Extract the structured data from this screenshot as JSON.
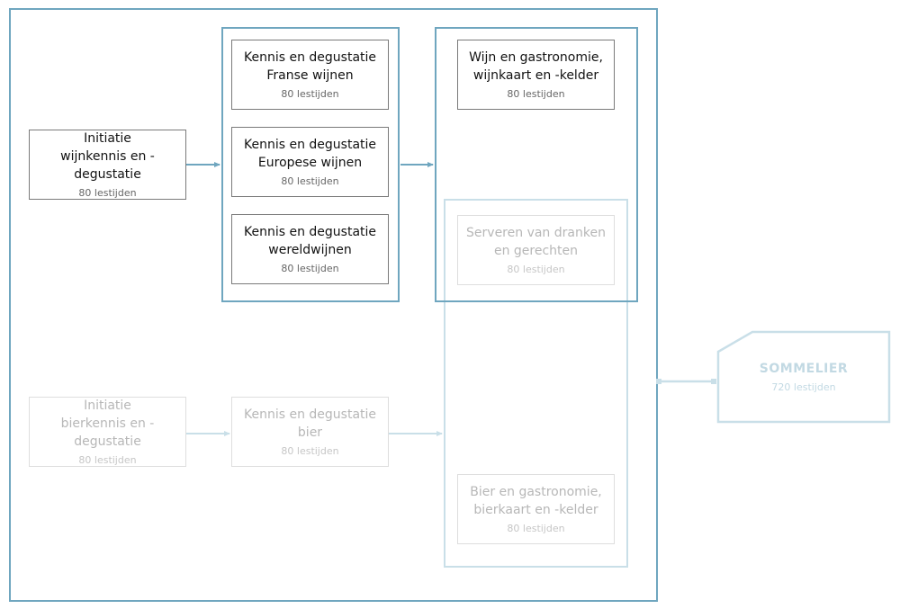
{
  "courses": {
    "initiatie_wijn": {
      "line1": "Initiatie",
      "line2": "wijnkennis en -degustatie",
      "hours": "80 lestijden"
    },
    "franse": {
      "line1": "Kennis en degustatie",
      "line2": "Franse wijnen",
      "hours": "80 lestijden"
    },
    "europese": {
      "line1": "Kennis en degustatie",
      "line2": "Europese wijnen",
      "hours": "80 lestijden"
    },
    "wereld": {
      "line1": "Kennis en degustatie",
      "line2": "wereldwijnen",
      "hours": "80 lestijden"
    },
    "wijn_gastro": {
      "line1": "Wijn en gastronomie,",
      "line2": "wijnkaart en -kelder",
      "hours": "80 lestijden"
    },
    "serveren": {
      "line1": "Serveren van dranken",
      "line2": "en gerechten",
      "hours": "80 lestijden"
    },
    "initiatie_bier": {
      "line1": "Initiatie",
      "line2": "bierkennis en -degustatie",
      "hours": "80 lestijden"
    },
    "bier": {
      "line1": "Kennis en degustatie",
      "line2": "bier",
      "hours": "80 lestijden"
    },
    "bier_gastro": {
      "line1": "Bier en gastronomie,",
      "line2": "bierkaart en -kelder",
      "hours": "80 lestijden"
    }
  },
  "result": {
    "title": "SOMMELIER",
    "hours": "720 lestijden"
  },
  "colors": {
    "active_line": "#6fa6bf",
    "faded_line": "#c9dfe8",
    "box_border": "#7a7a7a",
    "faded_text": "#b7b7b7"
  }
}
